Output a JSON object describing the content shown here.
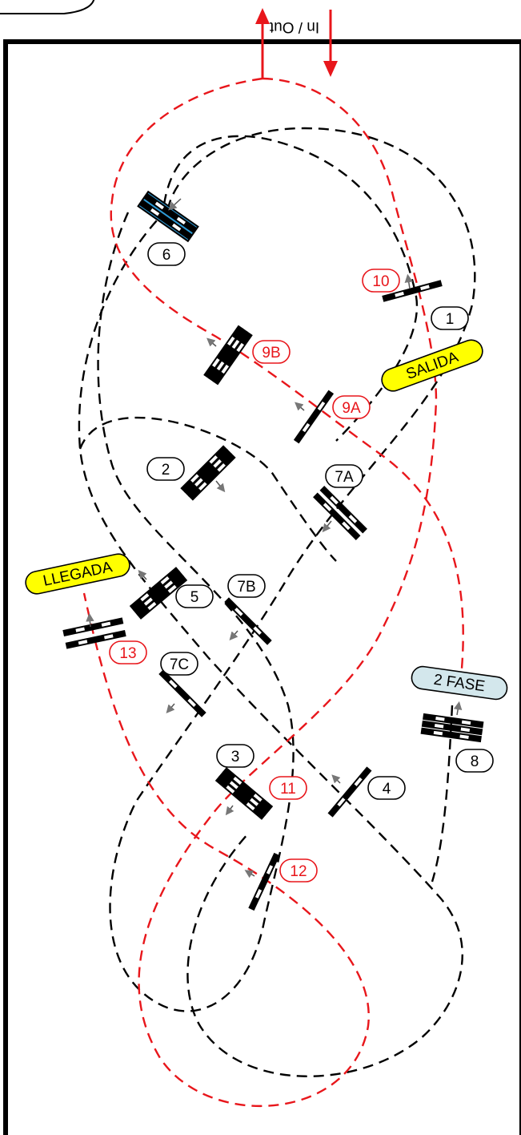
{
  "entrance": {
    "label": "In / Out"
  },
  "pills": {
    "salida": "SALIDA",
    "llegada": "LLEGADA",
    "fase": "2 FASE"
  },
  "obstacles": {
    "o1": "1",
    "o2": "2",
    "o3": "3",
    "o4": "4",
    "o5": "5",
    "o6": "6",
    "o7a": "7A",
    "o7b": "7B",
    "o7c": "7C",
    "o8": "8",
    "o9a": "9A",
    "o9b": "9B",
    "o10": "10",
    "o11": "11",
    "o12": "12",
    "o13": "13"
  },
  "colors": {
    "phase_one_path": "#000000",
    "phase_two_path": "#e8161b",
    "start_finish_pill": "#ffff00",
    "second_phase_pill": "#d3e7ec",
    "highlighted_obstacle": "#2e9bd6"
  }
}
